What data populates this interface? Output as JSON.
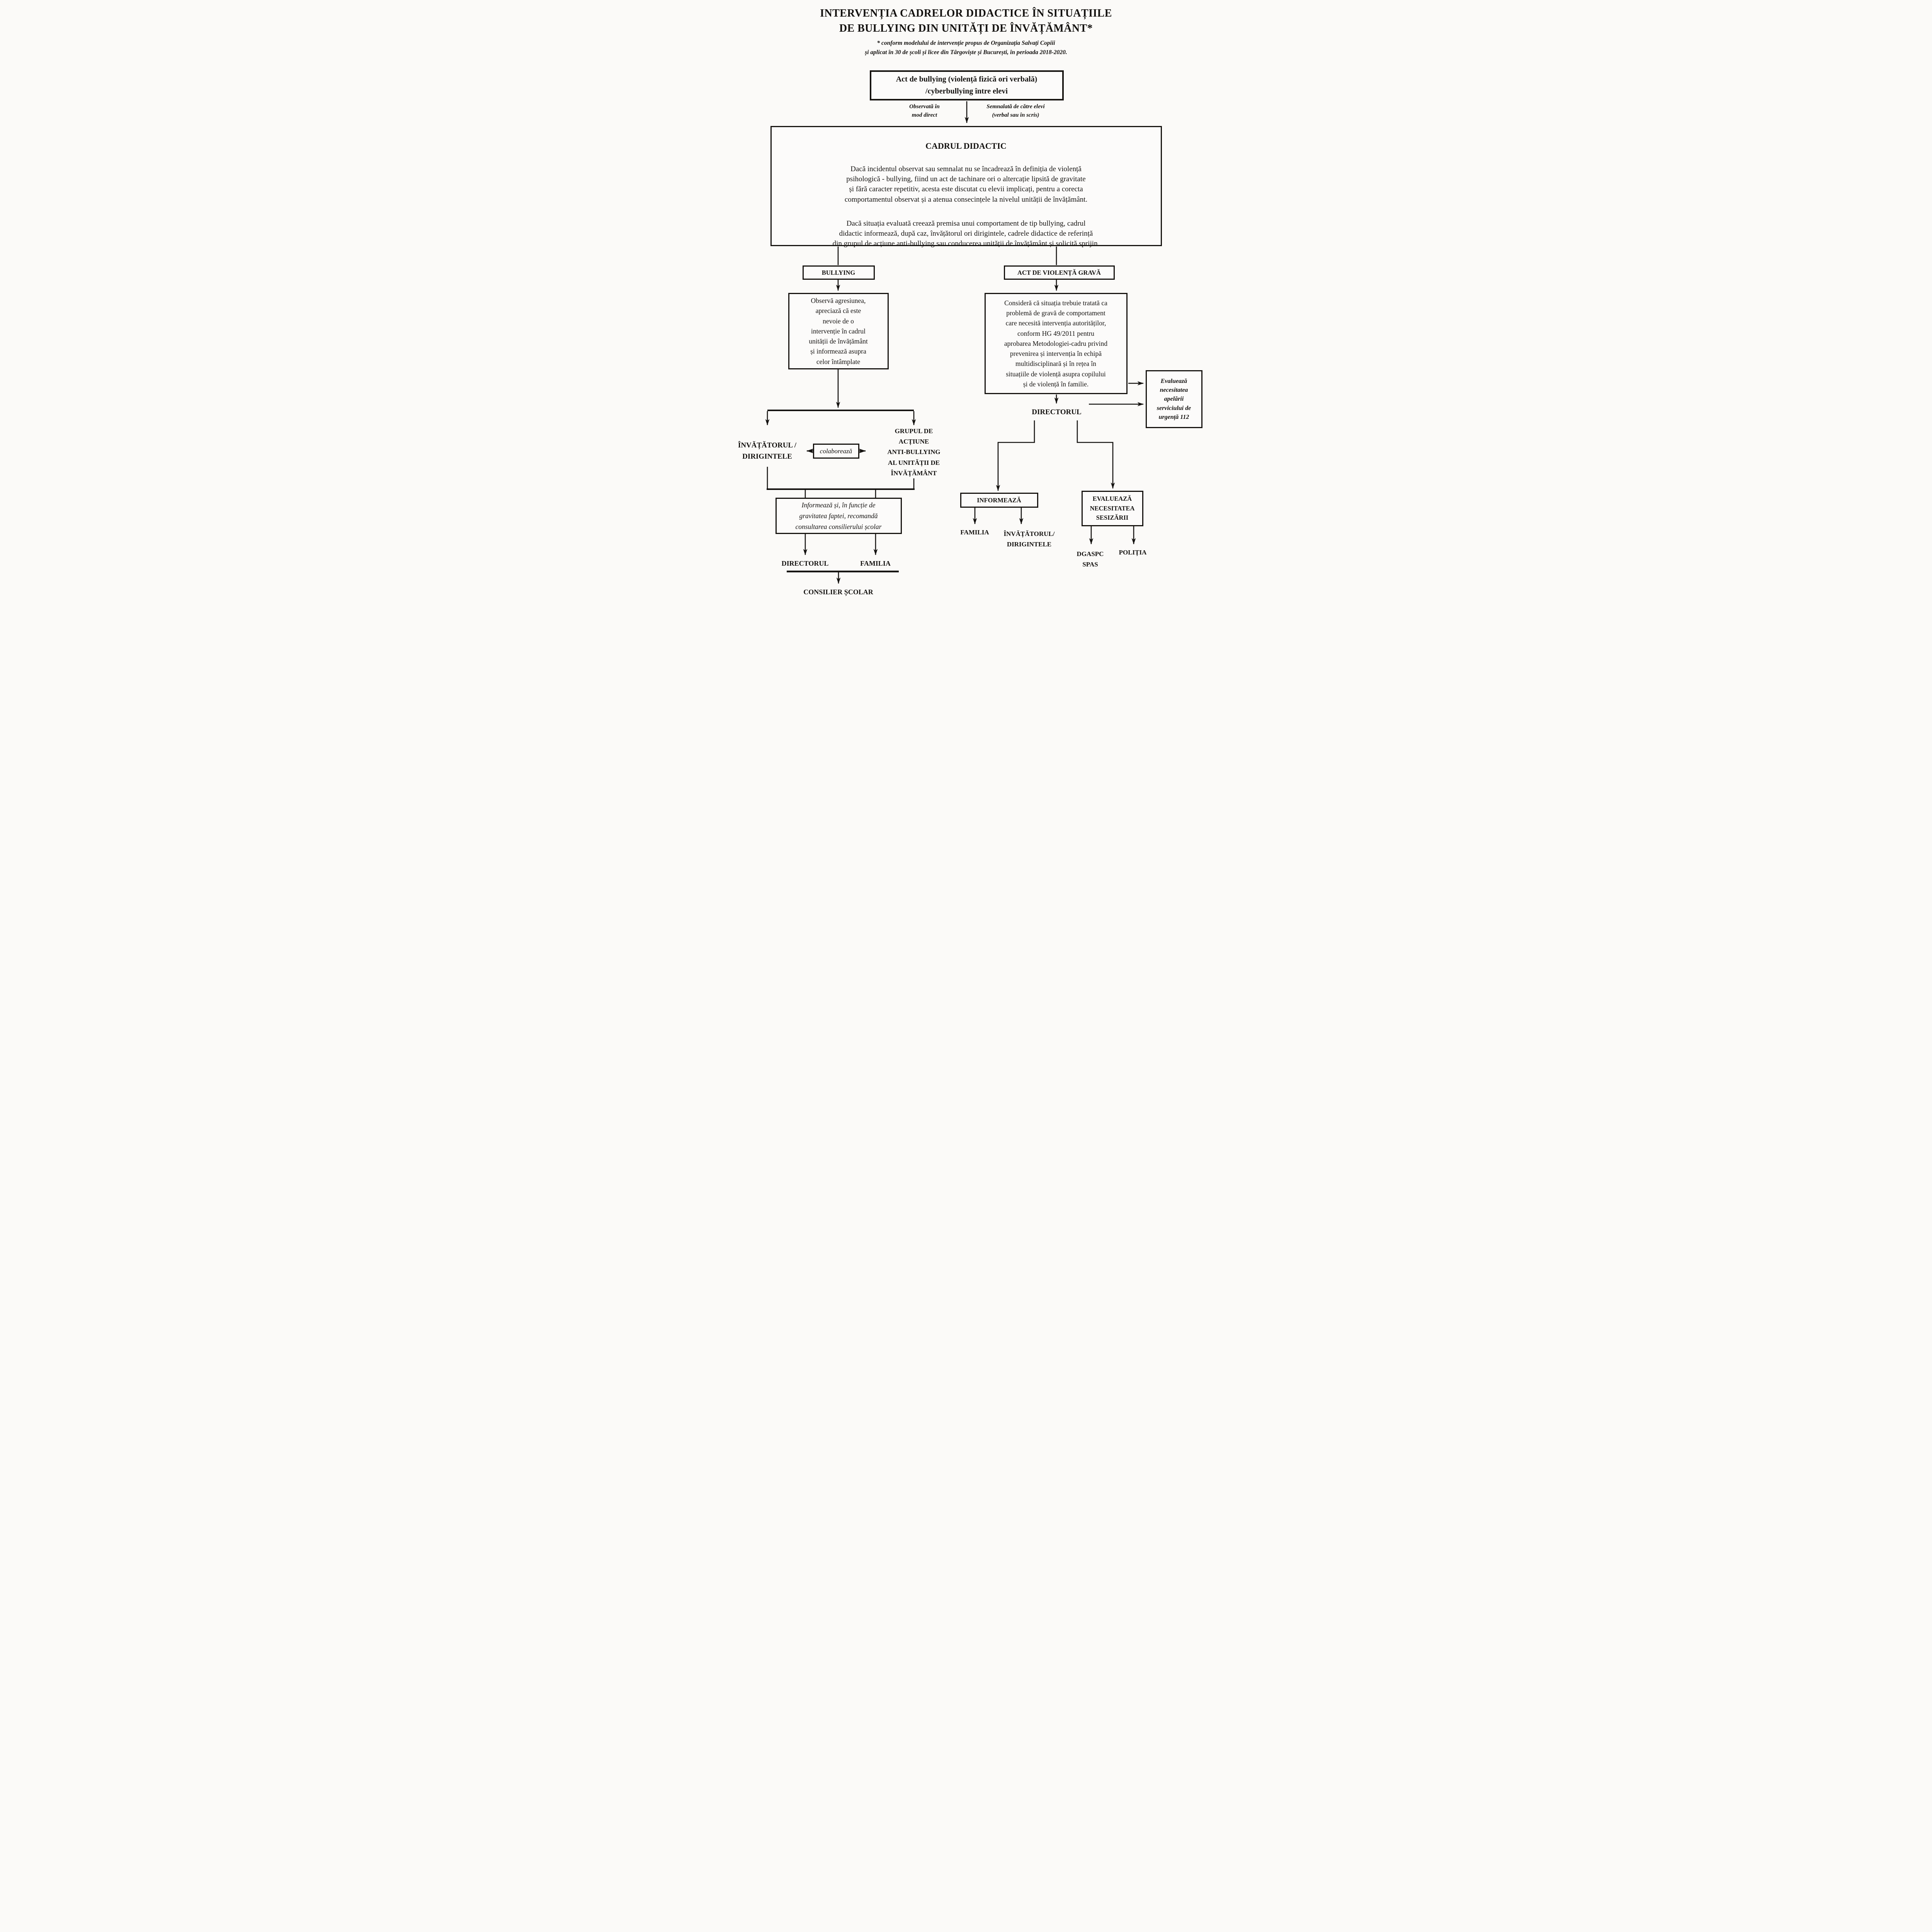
{
  "page": {
    "background": "#fbfaf8",
    "ink": "#141210"
  },
  "header": {
    "title": "INTERVENȚIA CADRELOR DIDACTICE ÎN SITUAȚIILE\nDE BULLYING DIN UNITĂȚI DE ÎNVĂȚĂMÂNT*",
    "subtitle": "* conform modelului de intervenție propus de Organizația Salvați Copiii\nși aplicat în 30 de școli și licee din Târgoviște și București, în perioada 2018-2020."
  },
  "nodes": {
    "incident": "Act de bullying (violență fizică ori verbală)\n/cyberbullying între elevi",
    "observed_label": "Observată în\nmod direct",
    "reported_label": "Semnalată de către elevi\n(verbal sau în scris)",
    "teacher_heading": "CADRUL DIDACTIC",
    "teacher_para1": "Dacă incidentul observat sau semnalat nu se încadrează în definiția de violență\npsihologică - bullying, fiind un act de tachinare ori o altercație lipsită de gravitate\nși fără caracter repetitiv, acesta este discutat cu elevii implicați, pentru a corecta\ncomportamentul observat și a atenua consecințele la nivelul unității de învățământ.",
    "teacher_para2": "Dacă situația evaluată creează premisa unui comportament de tip bullying, cadrul\ndidactic informează, după caz, învățătorul ori dirigintele, cadrele didactice de referință\ndin grupul de acțiune anti-bullying sau conducerea unității de învățământ și solicită sprijin.",
    "bullying": "BULLYING",
    "grave_violence": "ACT DE VIOLENȚĂ GRAVĂ",
    "observe": "Observă agresiunea,\napreciază că este\nnevoie de o\nintervenție în cadrul\nunității de învățământ\nși informează asupra\ncelor întâmplate",
    "consider": "Consideră că situația trebuie tratată ca\nproblemă de gravă de comportament\ncare necesită intervenția autorităților,\nconform HG 49/2011 pentru\naprobarea Metodologiei-cadru privind\nprevenirea și intervenția în echipă\nmultidisciplinară și în rețea în\nsituațiile de violență asupra copilului\nși de violență în familie.",
    "emergency_112": "Evaluează\nnecesitatea\napelării\nserviciului de\nurgență 112",
    "director_right": "DIRECTORUL",
    "teacher_homeroom_left": "ÎNVĂȚĂTORUL /\nDIRIGINTELE",
    "collaborates": "colaborează",
    "action_group": "GRUPUL DE\nACȚIUNE\nANTI-BULLYING\nAL UNITĂȚII DE\nÎNVĂȚĂMÂNT",
    "informs_recommends": "Informează și, în funcție de\ngravitatea faptei, recomandă\nconsultarea consilierului școlar",
    "director_bottom": "DIRECTORUL",
    "family_bottom": "FAMILIA",
    "school_counselor": "CONSILIER ȘCOLAR",
    "informs": "INFORMEAZĂ",
    "family_center": "FAMILIA",
    "teacher_homeroom_center": "ÎNVĂȚĂTORUL/\nDIRIGINTELE",
    "evaluate_referral": "EVALUEAZĂ\nNECESITATEA\nSESIZĂRII",
    "dgaspc_spas": "DGASPC\nSPAS",
    "police": "POLIȚIA"
  }
}
